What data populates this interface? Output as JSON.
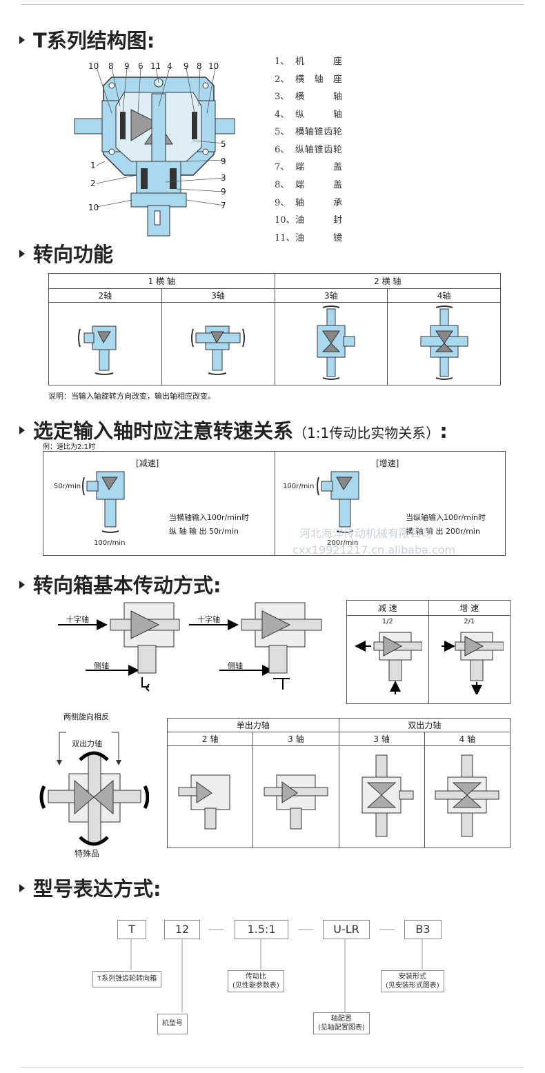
{
  "sections": {
    "structure": {
      "title": "T系列结构图:"
    },
    "function": {
      "title": "转向功能"
    },
    "speed": {
      "title": "选定输入轴时应注意转速关系",
      "subtitle": "（1:1传动比实物关系）",
      "colon": ":"
    },
    "drive": {
      "title": "转向箱基本传动方式:"
    },
    "model": {
      "title": "型号表达方式:"
    }
  },
  "structure": {
    "top_numbers": [
      "10",
      "8",
      "9",
      "6",
      "11",
      "4",
      "9",
      "8",
      "10"
    ],
    "side_numbers": {
      "n5": "5",
      "n9a": "9",
      "n3": "3",
      "n9b": "9",
      "n7": "7",
      "n1": "1",
      "n2": "2",
      "n10": "10"
    },
    "legend": [
      {
        "num": "1、",
        "name": "机座"
      },
      {
        "num": "2、",
        "name": "横轴座"
      },
      {
        "num": "3、",
        "name": "横轴"
      },
      {
        "num": "4、",
        "name": "纵轴"
      },
      {
        "num": "5、",
        "name": "横轴锥齿轮"
      },
      {
        "num": "6、",
        "name": "纵轴锥齿轮"
      },
      {
        "num": "7、",
        "name": "端盖"
      },
      {
        "num": "8、",
        "name": "端盖"
      },
      {
        "num": "9、",
        "name": "轴承"
      },
      {
        "num": "10、",
        "name": "油封"
      },
      {
        "num": "11、",
        "name": "油镜"
      }
    ]
  },
  "function": {
    "group1": "1  横  轴",
    "group2": "2  横  轴",
    "cols": [
      "2轴",
      "3轴",
      "3轴",
      "4轴"
    ],
    "note": "说明：当输入轴旋转方向改变，输出轴相应改变。"
  },
  "speed": {
    "example": "例：速比为2:1时",
    "left": {
      "title": "[减速]",
      "in": "50r/min",
      "out": "100r/min",
      "line1": "当横轴输入100r/min时",
      "line2": "纵 轴 输 出 50r/min"
    },
    "right": {
      "title": "[增速]",
      "in": "100r/min",
      "out": "200r/min",
      "line1": "当纵轴输入100r/min时",
      "line2": "横 轴 输 出 200r/min"
    },
    "watermark1": "河北海洋传动机械有限公司",
    "watermark2": "cxx19921217.cn.alibaba.com"
  },
  "drive": {
    "cross_shaft": "十字轴",
    "side_shaft": "侧轴",
    "table1": {
      "h1": "减  速",
      "h2": "增  速",
      "r1": "1/2",
      "r2": "2/1"
    },
    "opposite": "两侧旋向相反",
    "double_out": "双出力轴",
    "special": "特殊品",
    "table2": {
      "g1": "单出力轴",
      "g2": "双出力轴",
      "cols": [
        "2 轴",
        "3 轴",
        "3 轴",
        "4 轴"
      ]
    }
  },
  "model": {
    "boxes": [
      "T",
      "12",
      "1.5:1",
      "U-LR",
      "B3"
    ],
    "d_t": "T系列锥齿轮转向箱",
    "d_ratio": "传动比\n(见性能参数表)",
    "d_mount": "安装形式\n(见安装形式图表)",
    "d_size": "机型号",
    "d_axis": "轴配置\n(见轴配置图表)"
  },
  "colors": {
    "gear_blue": "#a9d8ef",
    "outline": "#333333",
    "gray_part": "#bbbbbb"
  }
}
